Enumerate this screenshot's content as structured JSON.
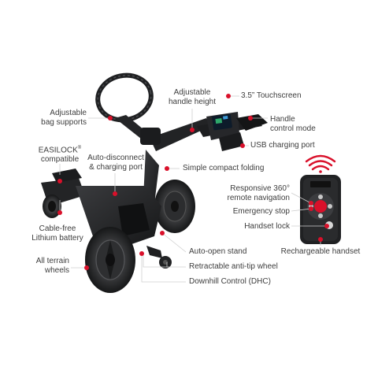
{
  "palette": {
    "accent": "#d9102a",
    "trolley": "#1e1f21",
    "wheel": "#2a2b2d",
    "text": "#3d3d3d"
  },
  "callouts": {
    "bag_supports": [
      "Adjustable",
      "bag supports"
    ],
    "easilock": [
      "EASILOCK",
      "compatible"
    ],
    "easilock_mark": "®",
    "cable_free": [
      "Cable-free",
      "Lithium battery"
    ],
    "all_terrain": [
      "All terrain",
      "wheels"
    ],
    "handle_height": [
      "Adjustable",
      "handle height"
    ],
    "auto_disconnect": [
      "Auto-disconnect",
      "& charging port"
    ],
    "compact_folding": "Simple compact folding",
    "auto_open_stand": "Auto-open stand",
    "anti_tip": "Retractable anti-tip wheel",
    "dhc": "Downhill Control (DHC)",
    "touchscreen": "3.5” Touchscreen",
    "handle_mode": [
      "Handle",
      "control mode"
    ],
    "usb_port": "USB charging port",
    "remote_nav": [
      "Responsive 360°",
      "remote navigation"
    ],
    "emergency_stop": "Emergency stop",
    "handset_lock": "Handset lock",
    "rechargeable": "Rechargeable handset"
  },
  "icons": [
    "wifi-signal-icon",
    "remote-handset-icon",
    "golf-trolley-icon"
  ]
}
